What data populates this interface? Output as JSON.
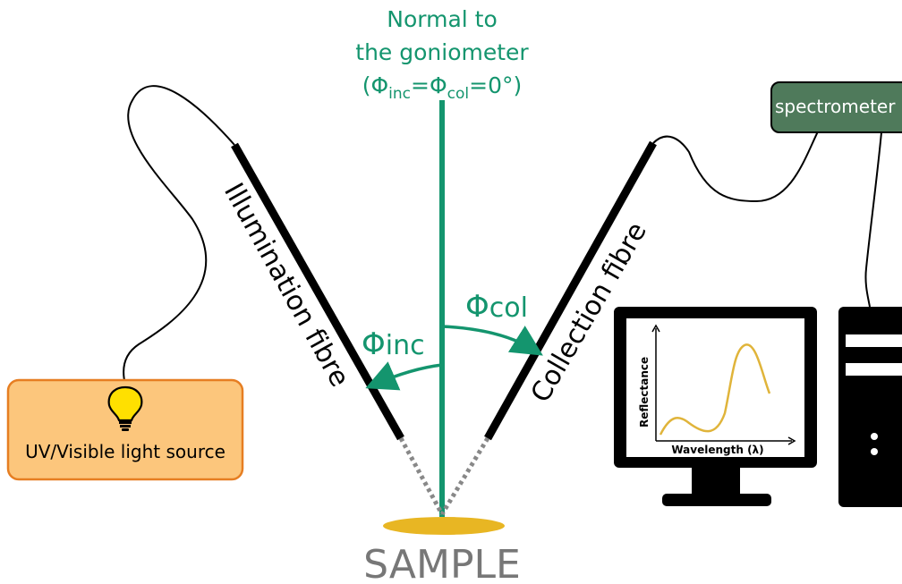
{
  "normal_label": {
    "line1": "Normal to",
    "line2": "the goniometer",
    "line3_open": "(Φ",
    "line3_sub1": "inc",
    "line3_mid": "=Φ",
    "line3_sub2": "col",
    "line3_close": "=0°)"
  },
  "illumination_fibre": "Illumination fibre",
  "collection_fibre": "Collection fibre",
  "angle_inc": {
    "symbol": "Φ",
    "sub": "inc"
  },
  "angle_col": {
    "symbol": "Φ",
    "sub": "col"
  },
  "light_source": "UV/Visible light source",
  "spectrometer": "spectrometer",
  "monitor_plot": {
    "ylabel": "Reflectance",
    "xlabel": "Wavelength (λ)"
  },
  "sample": "SAMPLE",
  "colors": {
    "normal": "#14956e",
    "fibre": "#000000",
    "sample": "#e8b623",
    "source_fill": "#fcc67c",
    "source_stroke": "#e67e22",
    "spectrometer_fill": "#4f7a5b",
    "curve": "#e0b43a",
    "sample_text": "#777777"
  }
}
